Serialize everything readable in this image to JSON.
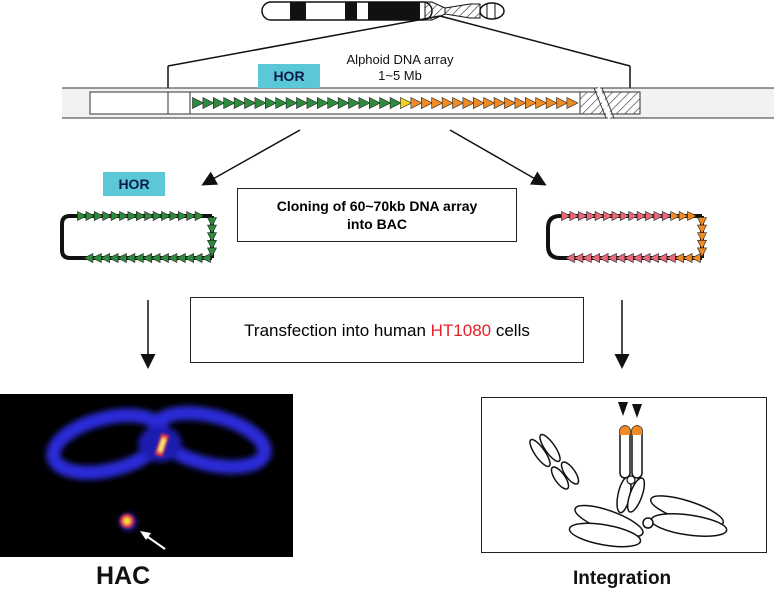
{
  "top_label": {
    "line1": "Alphoid DNA array",
    "line2": "1~5 Mb"
  },
  "hor_label_top": "HOR",
  "hor_label_left": "HOR",
  "cloning_box": {
    "line1": "Cloning of 60~70kb DNA array",
    "line2": "into BAC"
  },
  "transfection_box": {
    "prefix": "Transfection into human ",
    "highlight": "HT1080",
    "suffix": " cells"
  },
  "colors": {
    "hor_badge": "#5bc8d8",
    "green_unit": "#2e8b3e",
    "orange_unit": "#f08a24",
    "yellow_unit": "#f2d21b",
    "pink_unit": "#e86a7a",
    "highlight_text": "#e8202a",
    "microscopy_blue": "#2a2ad8"
  },
  "bottom_left_label": "HAC",
  "bottom_right_label": "Integration"
}
